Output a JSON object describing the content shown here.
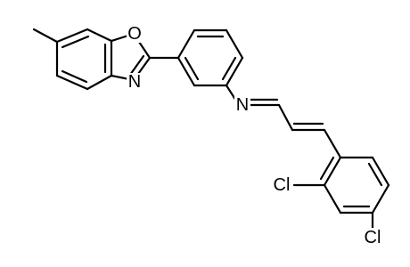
{
  "diagram": {
    "type": "chemical-structure",
    "colors": {
      "bond": "#000000",
      "label": "#000000",
      "background": "#ffffff"
    },
    "atoms": {
      "O": "O",
      "N_ring": "N",
      "N_imine": "N",
      "Cl_ortho": "Cl",
      "Cl_para": "Cl"
    }
  }
}
